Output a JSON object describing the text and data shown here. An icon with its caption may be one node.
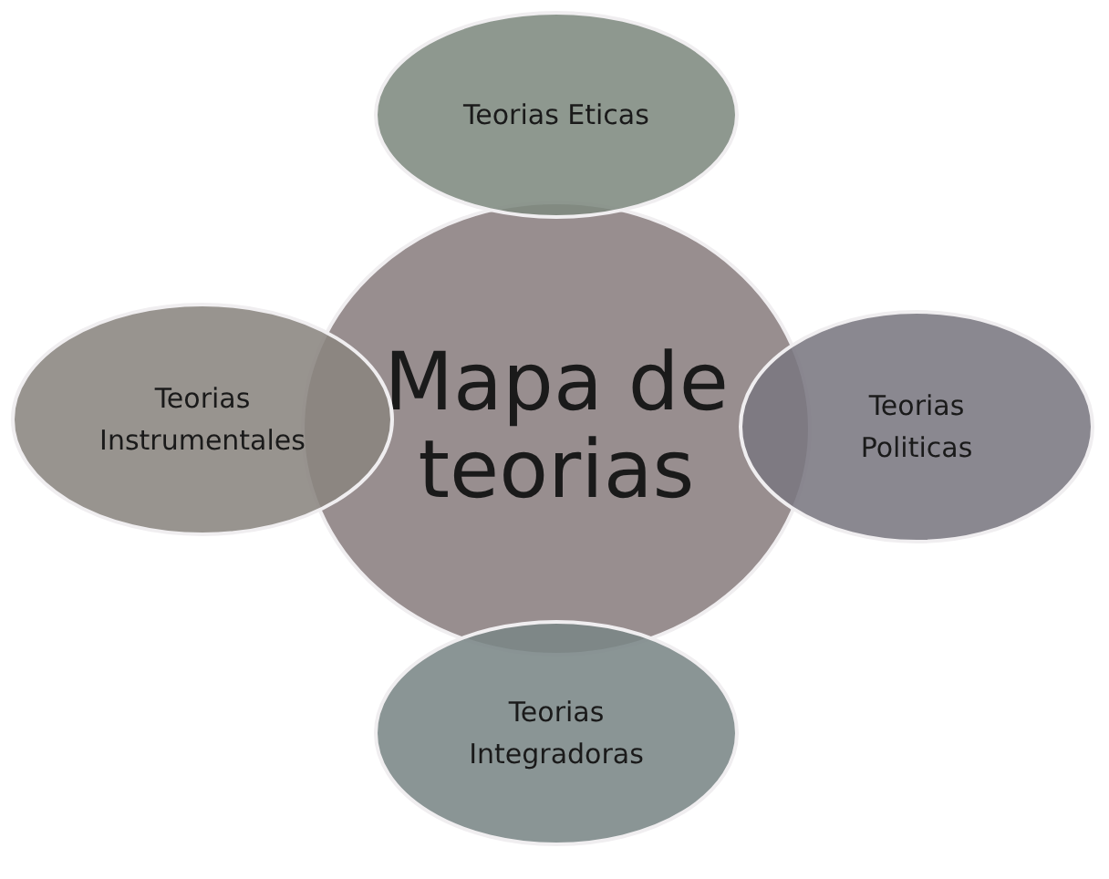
{
  "diagram": {
    "nodes": [
      {
        "text": [
          "Teorias Eticas"
        ]
      },
      {
        "text": [
          "Mapa de teorias"
        ]
      },
      {
        "text": [
          "Teorias Instrumentales"
        ]
      },
      {
        "text": [
          "Teorias Politicas"
        ]
      },
      {
        "text": [
          "Teorias Integradoras"
        ]
      }
    ]
  }
}
